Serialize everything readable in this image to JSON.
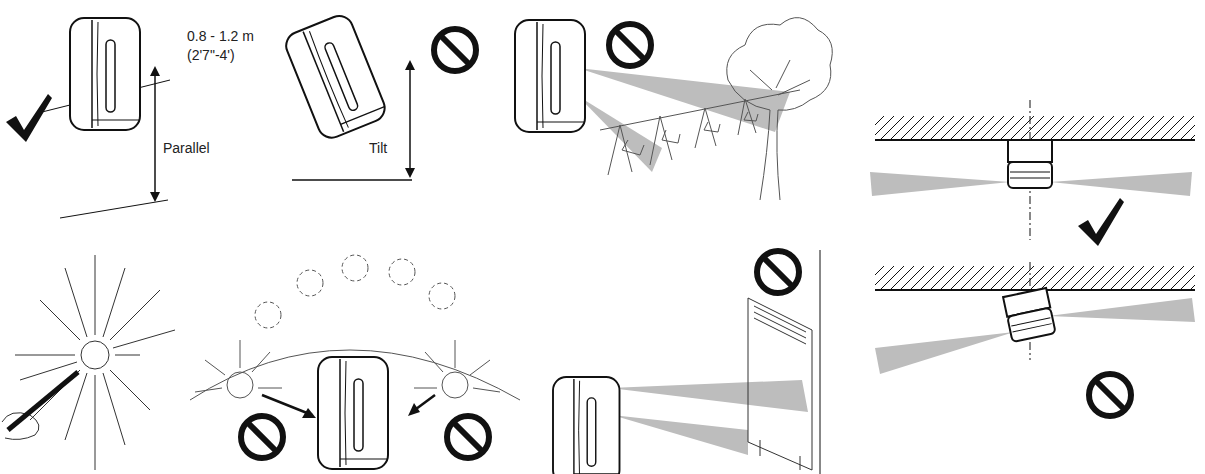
{
  "diagram": {
    "labels": [
      "0.8 - 1.2 m",
      "(2'7\"-4')",
      "Parallel",
      "Tilt"
    ]
  }
}
